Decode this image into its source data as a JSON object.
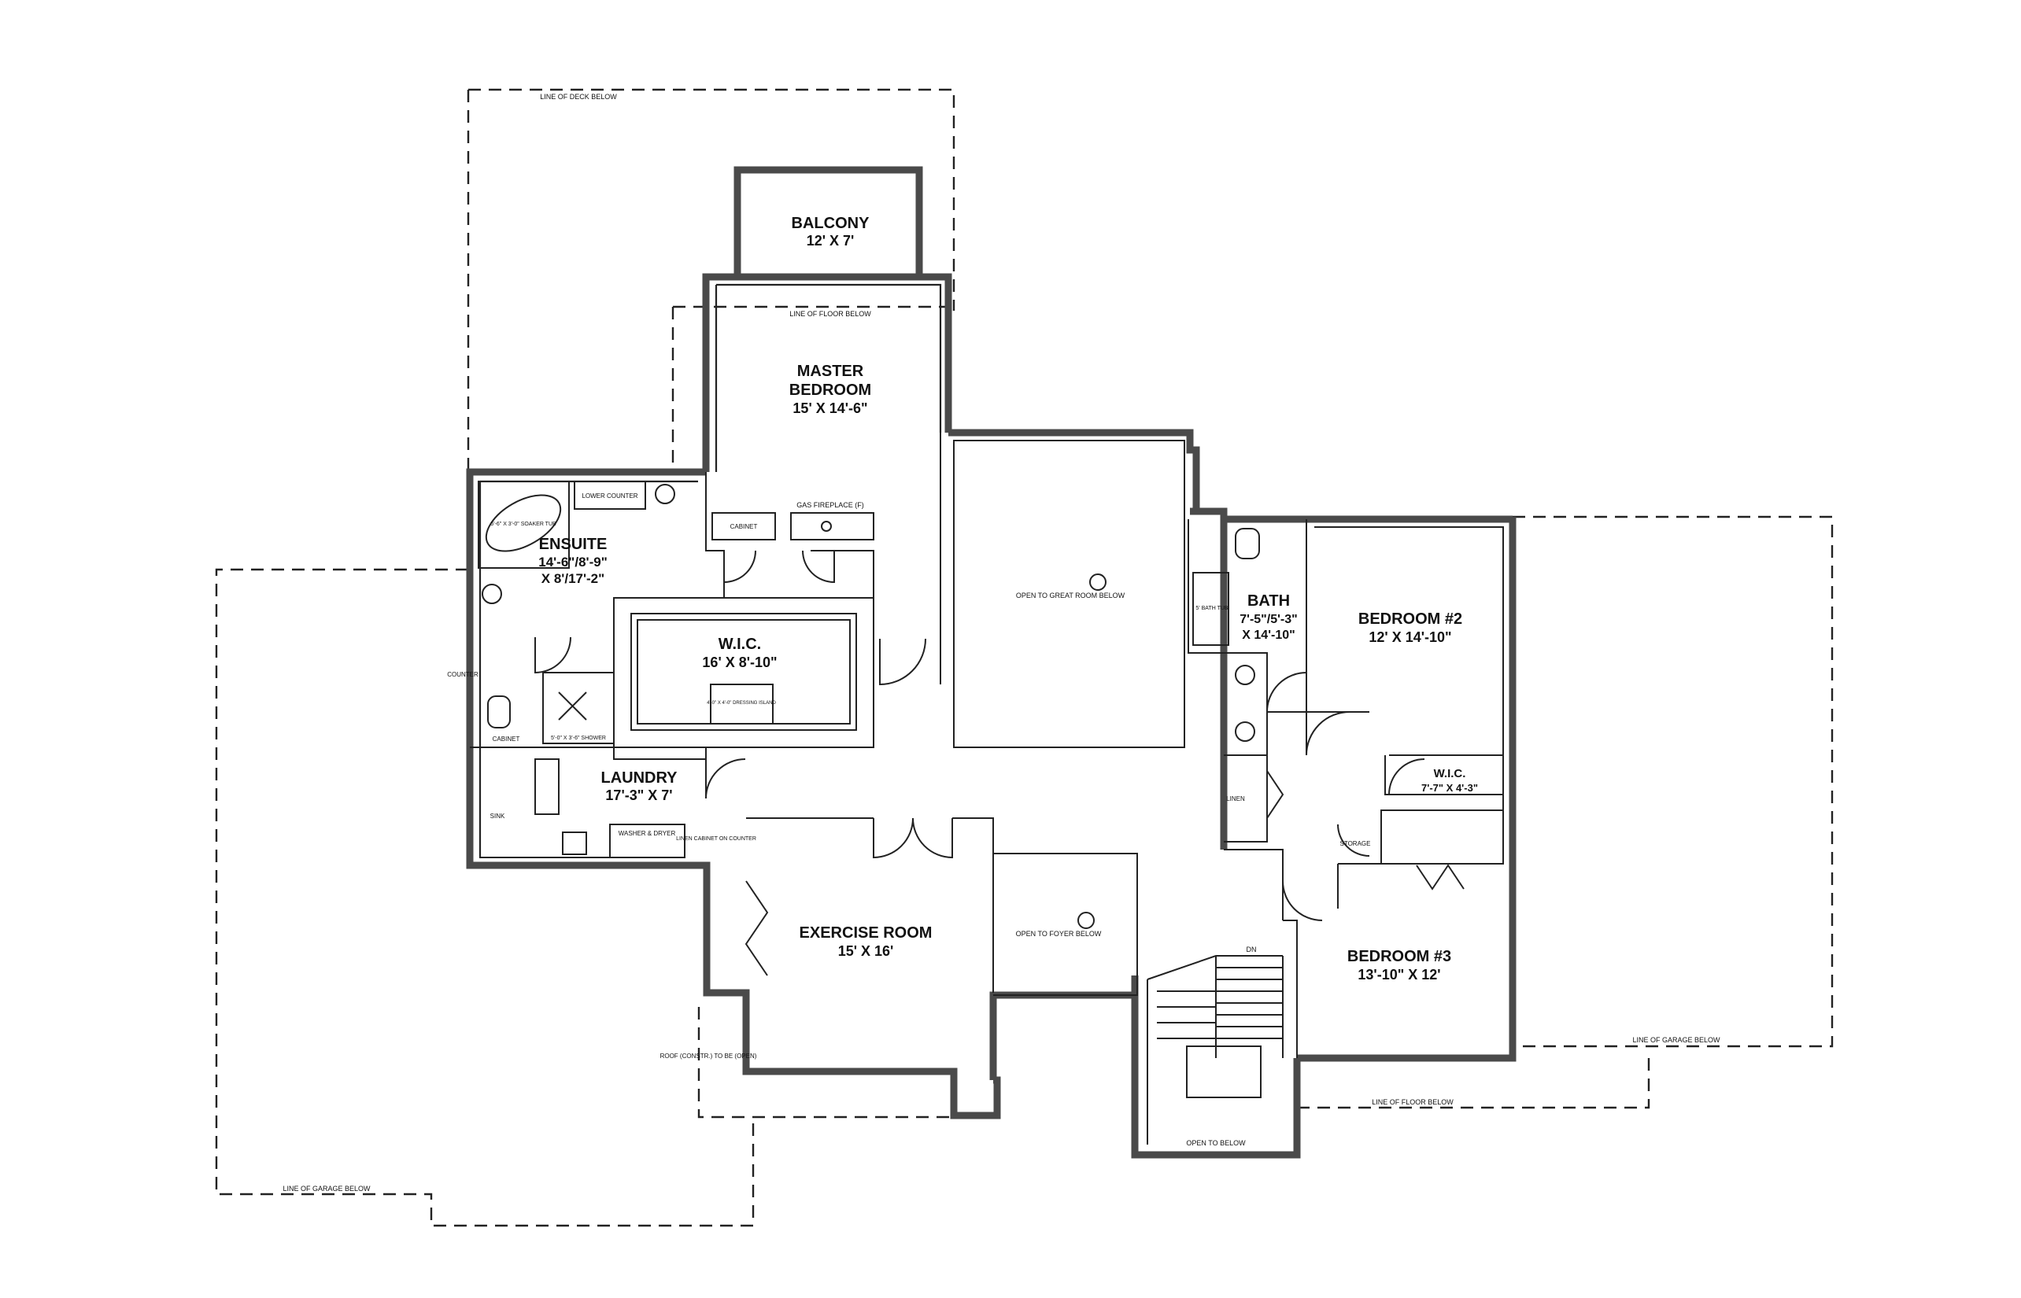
{
  "rooms": {
    "balcony": {
      "name": "BALCONY",
      "dims": "12' X 7'"
    },
    "master": {
      "name1": "MASTER",
      "name2": "BEDROOM",
      "dims": "15' X 14'-6\""
    },
    "ensuite": {
      "name": "ENSUITE",
      "dims1": "14'-6\"/8'-9\"",
      "dims2": "X 8'/17'-2\""
    },
    "wic_main": {
      "name": "W.I.C.",
      "dims": "16' X 8'-10\""
    },
    "laundry": {
      "name": "LAUNDRY",
      "dims": "17'-3\" X 7'"
    },
    "exercise": {
      "name": "EXERCISE ROOM",
      "dims": "15' X 16'"
    },
    "bath": {
      "name": "BATH",
      "dims1": "7'-5\"/5'-3\"",
      "dims2": "X 14'-10\""
    },
    "bedroom2": {
      "name": "BEDROOM #2",
      "dims": "12' X 14'-10\""
    },
    "wic_small": {
      "name": "W.I.C.",
      "dims": "7'-7\" X 4'-3\""
    },
    "bedroom3": {
      "name": "BEDROOM #3",
      "dims": "13'-10\" X 12'"
    }
  },
  "notes": {
    "deck_below": "LINE OF DECK BELOW",
    "floor_below_top": "LINE OF FLOOR BELOW",
    "floor_below_bottom": "LINE OF FLOOR BELOW",
    "garage_below_left": "LINE OF GARAGE BELOW",
    "garage_below_right": "LINE OF GARAGE BELOW",
    "open_great_room": "OPEN TO GREAT ROOM BELOW",
    "open_foyer": "OPEN TO FOYER BELOW",
    "open_below_stair": "OPEN TO BELOW",
    "gas_fireplace": "GAS FIREPLACE (F)",
    "cabinet_master": "CABINET",
    "lower_counter": "LOWER COUNTER",
    "cabinet_ensuite": "CABINET",
    "shower": "5'-0\" X 3'-6\" SHOWER",
    "washer_dryer": "WASHER & DRYER",
    "linen_cabinet": "LINEN CABINET ON COUNTER",
    "dressing_island": "4'-0\" X 4'-0\" DRESSING ISLAND",
    "linen": "LINEN",
    "storage": "STORAGE",
    "bath_tub": "5' BATH TUB",
    "dn": "DN",
    "sink_label": "SINK",
    "counter_left": "COUNTER",
    "soaker_tub": "5'-6\" X 3'-0\" SOAKER TUB",
    "vertical_note": "ROOF (CONSTR.) TO BE (OPEN)"
  }
}
